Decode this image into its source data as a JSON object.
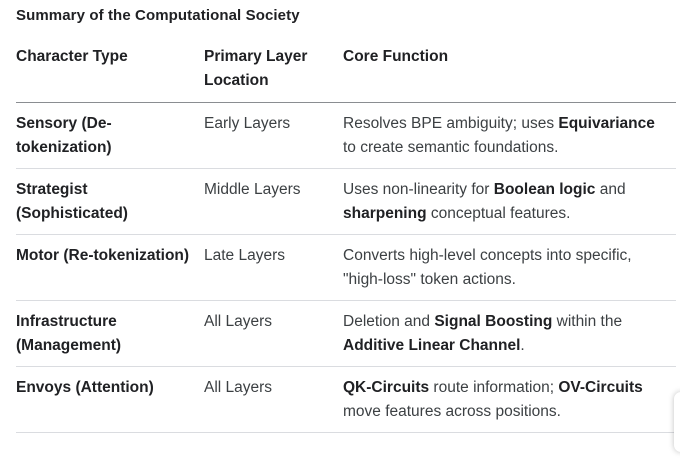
{
  "title": "Summary of the Computational Society",
  "columns": {
    "character_type": "Character Type",
    "primary_layer": "Primary Layer Location",
    "core_function": "Core Function"
  },
  "rows": [
    {
      "type": "Sensory (De-tokenization)",
      "layer": "Early Layers",
      "func": [
        {
          "t": "Resolves BPE ambiguity; uses ",
          "b": false
        },
        {
          "t": "Equivariance",
          "b": true
        },
        {
          "t": " to create semantic foundations.",
          "b": false
        }
      ]
    },
    {
      "type": "Strategist (Sophisticated)",
      "layer": "Middle Layers",
      "func": [
        {
          "t": "Uses non-linearity for ",
          "b": false
        },
        {
          "t": "Boolean logic",
          "b": true
        },
        {
          "t": " and ",
          "b": false
        },
        {
          "t": "sharpening",
          "b": true
        },
        {
          "t": " conceptual features.",
          "b": false
        }
      ]
    },
    {
      "type": "Motor (Re-tokenization)",
      "layer": "Late Layers",
      "func": [
        {
          "t": "Converts high-level concepts into specific, \"high-loss\" token actions.",
          "b": false
        }
      ]
    },
    {
      "type": "Infrastructure (Management)",
      "layer": "All Layers",
      "func": [
        {
          "t": "Deletion and ",
          "b": false
        },
        {
          "t": "Signal Boosting",
          "b": true
        },
        {
          "t": " within the ",
          "b": false
        },
        {
          "t": "Additive Linear Channel",
          "b": true
        },
        {
          "t": ".",
          "b": false
        }
      ]
    },
    {
      "type": "Envoys (Attention)",
      "layer": "All Layers",
      "func": [
        {
          "t": "QK-Circuits",
          "b": true
        },
        {
          "t": " route information; ",
          "b": false
        },
        {
          "t": "OV-Circuits",
          "b": true
        },
        {
          "t": " move features across positions.",
          "b": false
        }
      ]
    }
  ]
}
